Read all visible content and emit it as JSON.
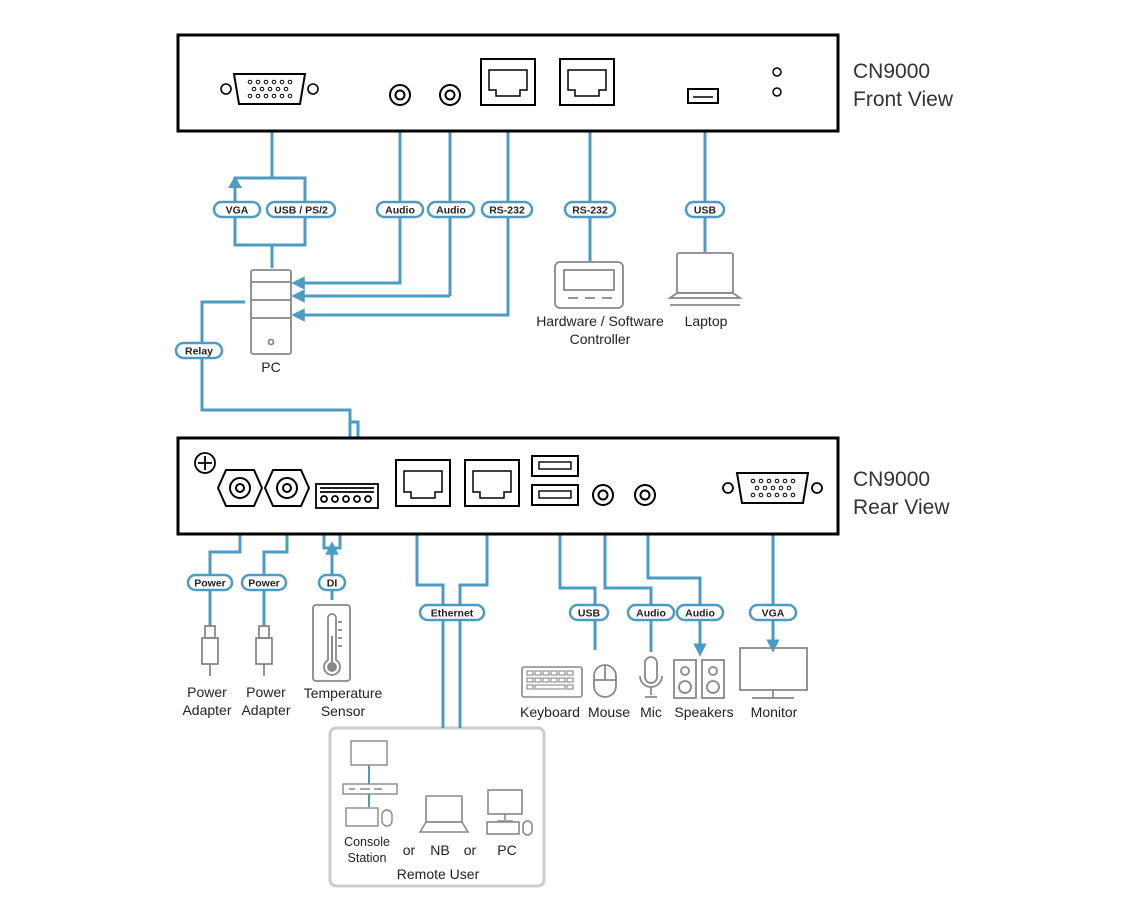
{
  "colors": {
    "cable": "#4b9cc4",
    "device": "#000000",
    "icon": "#888888",
    "panel_border": "#cccccc"
  },
  "front": {
    "title_line1": "CN9000",
    "title_line2": "Front View"
  },
  "rear": {
    "title_line1": "CN9000",
    "title_line2": "Rear View"
  },
  "cable_tags": {
    "vga": "VGA",
    "usb_ps2": "USB / PS/2",
    "audio": "Audio",
    "rs232": "RS-232",
    "usb": "USB",
    "relay": "Relay",
    "power": "Power",
    "di": "DI",
    "ethernet": "Ethernet"
  },
  "devices": {
    "pc": "PC",
    "hw_controller_line1": "Hardware / Software",
    "hw_controller_line2": "Controller",
    "laptop": "Laptop",
    "power_adapter_line1": "Power",
    "power_adapter_line2": "Adapter",
    "temp_sensor_line1": "Temperature",
    "temp_sensor_line2": "Sensor",
    "keyboard": "Keyboard",
    "mouse": "Mouse",
    "mic": "Mic",
    "speakers": "Speakers",
    "monitor": "Monitor"
  },
  "remote": {
    "console_line1": "Console",
    "console_line2": "Station",
    "or": "or",
    "nb": "NB",
    "pc": "PC",
    "title": "Remote User"
  }
}
